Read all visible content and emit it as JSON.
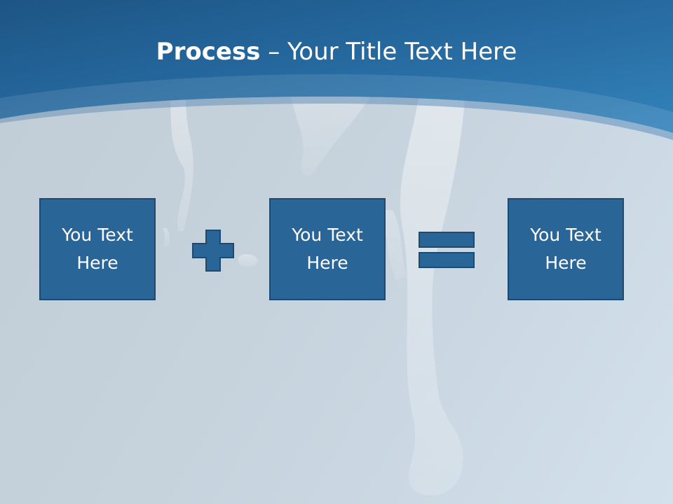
{
  "title": {
    "bold": "Process",
    "dash": " – ",
    "rest": "Your Title Text Here"
  },
  "boxes": [
    {
      "label": "You Text Here"
    },
    {
      "label": "You Text Here"
    },
    {
      "label": "You Text Here"
    }
  ],
  "operators": [
    "plus-icon",
    "equals-icon"
  ],
  "colors": {
    "header": "#2a6fa1",
    "box_fill": "#2a6597",
    "box_border": "#1e4a70",
    "background": "#c6d2dc"
  }
}
